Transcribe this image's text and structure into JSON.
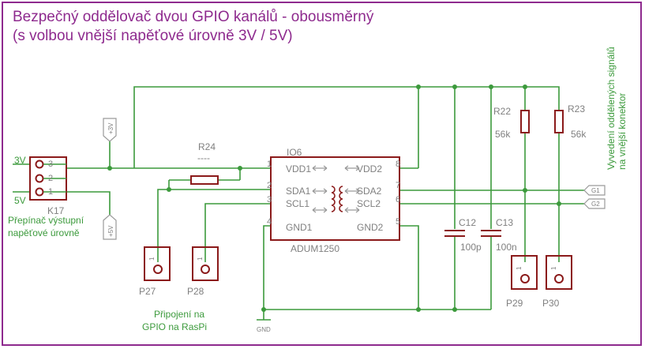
{
  "title": {
    "line1": "Bezpečný oddělovač dvou GPIO kanálů - obousměrný",
    "line2": "(s volbou vnější napěťové úrovně 3V / 5V)"
  },
  "side_note": {
    "line1": "Vyvedení oddělených signálů",
    "line2": "na vnější konektor"
  },
  "connector_k17": {
    "name": "K17",
    "pins": [
      "3",
      "2",
      "1"
    ],
    "label_3v": "3V",
    "label_5v": "5V",
    "caption_line1": "Přepínač výstupní",
    "caption_line2": "napěťové úrovně"
  },
  "supplies": {
    "plus3v": "+3V",
    "plus5v": "+5V",
    "gnd": "GND"
  },
  "resistors": {
    "r24": {
      "name": "R24",
      "value": "----"
    },
    "r22": {
      "name": "R22",
      "value": "56k"
    },
    "r23": {
      "name": "R23",
      "value": "56k"
    }
  },
  "ic": {
    "ref": "IO6",
    "part": "ADUM1250",
    "left_pins": [
      {
        "num": "1",
        "name": "VDD1"
      },
      {
        "num": "2",
        "name": "SDA1"
      },
      {
        "num": "3",
        "name": "SCL1"
      },
      {
        "num": "4",
        "name": "GND1"
      }
    ],
    "right_pins": [
      {
        "num": "8",
        "name": "VDD2"
      },
      {
        "num": "7",
        "name": "SDA2"
      },
      {
        "num": "6",
        "name": "SCL2"
      },
      {
        "num": "5",
        "name": "GND2"
      }
    ]
  },
  "capacitors": {
    "c12": {
      "name": "C12",
      "value": "100p"
    },
    "c13": {
      "name": "C13",
      "value": "100n"
    }
  },
  "pin_headers": {
    "p27": "P27",
    "p28": "P28",
    "p29": "P29",
    "p30": "P30",
    "pin_mark": "1"
  },
  "gpio_caption": {
    "line1": "Připojení na",
    "line2": "GPIO na RasPi"
  },
  "signals": {
    "g1": "G1",
    "g2": "G2"
  }
}
